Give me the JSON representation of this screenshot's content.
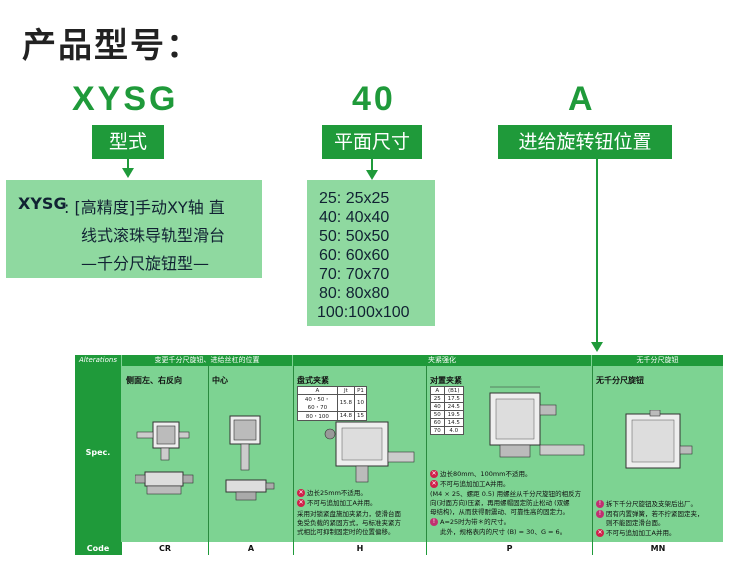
{
  "page_title": "产品型号：",
  "codes": {
    "series": "XYSG",
    "size": "40",
    "position": "A"
  },
  "labels": {
    "type": "型式",
    "size": "平面尺寸",
    "knob": "进给旋转钮位置"
  },
  "type_desc": {
    "prefix": "XYSG",
    "line1": ": [高精度]手动XY轴  直",
    "line2": "线式滚珠导轨型滑台",
    "line3": "—千分尺旋钮型—"
  },
  "sizes": [
    "25:  25x25",
    "40:  40x40",
    "50:  50x50",
    "60:  60x60",
    "70:  70x70",
    "80:  80x80",
    "100:100x100"
  ],
  "table": {
    "alterations_label": "Alterations",
    "spec_label": "Spec.",
    "code_label": "Code",
    "group_headers": [
      "变更千分尺旋钮、进给丝杠的位置",
      "夹紧强化",
      "无千分尺旋钮"
    ],
    "columns": [
      {
        "title": "侧面左、右反向",
        "code": "CR"
      },
      {
        "title": "中心",
        "code": "A"
      },
      {
        "title": "盘式夹紧",
        "code": "H"
      },
      {
        "title": "对置夹紧",
        "code": "P"
      },
      {
        "title": "无千分尺旋钮",
        "code": "MN"
      }
    ],
    "h_table": {
      "headers": [
        "A",
        "Jt",
        "P1"
      ],
      "rows": [
        [
          "40・50・60・70",
          "15.8",
          "10"
        ],
        [
          "80・100",
          "14.8",
          "15"
        ]
      ]
    },
    "p_table": {
      "headers": [
        "A",
        "(B1)"
      ],
      "rows": [
        [
          "25",
          "17.5"
        ],
        [
          "40",
          "24.5"
        ],
        [
          "50",
          "19.5"
        ],
        [
          "60",
          "14.5"
        ],
        [
          "70",
          "4.0"
        ]
      ]
    },
    "h_notes": [
      "边长25mm不适用。",
      "不可与追加加工A并用。",
      "采用对锁紧盘施加夹紧力，使滑台面",
      "免受负载的紧固方式，与标准夹紧方",
      "式相比可抑制固定时的位置偏移。"
    ],
    "p_notes": [
      "边长80mm、100mm不适用。",
      "不可与追加加工A并用。",
      "(M4 × 25、螺距 0.5) 用螺丝从千分尺旋钮的相反方",
      "向(对面方向)压紧，再用螺帽固定防止松动   (双螺",
      "母结构)，从而获得耐震动、可靠性高的固定力。",
      "A=25时为带＊的尺寸。",
      "此外，规格表内的尺寸 (B) = 30、G = 6。"
    ],
    "mn_notes": [
      "拆下千分尺旋钮及支架后出厂。",
      "因有内置弹簧，若不拧紧固定夹，",
      "则不能固定滑台面。",
      "不可与追加加工A并用。"
    ]
  }
}
